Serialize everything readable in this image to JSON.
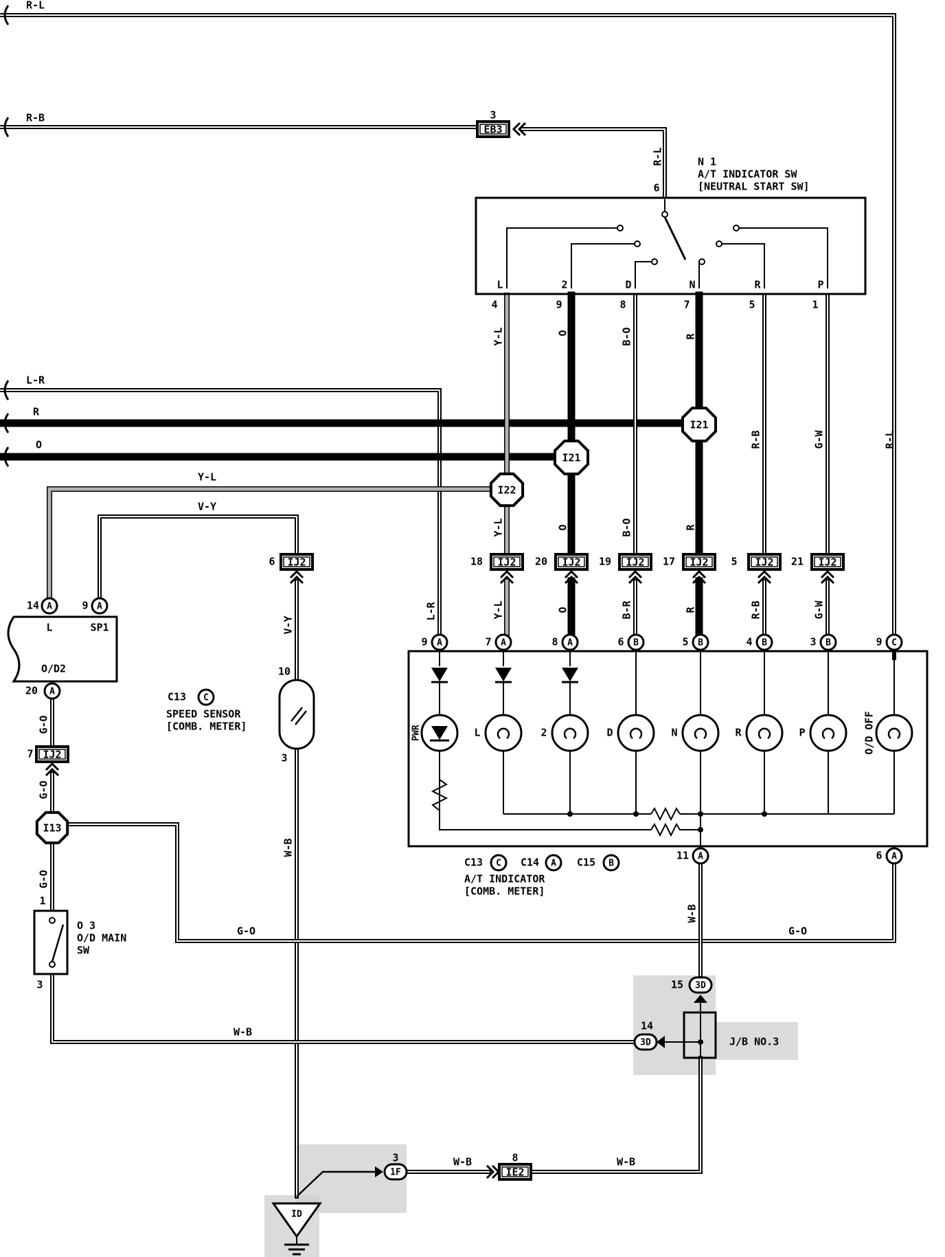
{
  "colors": {
    "ink": "#000000",
    "paper": "#ffffff",
    "gray_wire": "#b4b4b4",
    "shade": "#cfcfcf"
  },
  "left_wires": {
    "r_l": "R-L",
    "r_b": "R-B",
    "l_r": "L-R",
    "r": "R",
    "o": "O",
    "y_l": "Y-L",
    "v_y": "V-Y"
  },
  "n1_switch": {
    "id": "N 1",
    "name": "A/T INDICATOR SW",
    "sub": "[NEUTRAL START SW]",
    "input_pin": "6",
    "input_wire": "R-L",
    "terminals": [
      "L",
      "2",
      "D",
      "N",
      "R",
      "P"
    ],
    "pins": [
      "4",
      "9",
      "8",
      "7",
      "5",
      "1"
    ],
    "wires_upper": [
      "Y-L",
      "O",
      "B-O",
      "R",
      "R-B",
      "G-W"
    ]
  },
  "eb3": {
    "id": "EB3",
    "pin": "3"
  },
  "junctions": {
    "i21": "I21",
    "i22": "I22",
    "i13": "I13"
  },
  "ij2_row": {
    "id": "IJ2",
    "pins": [
      "18",
      "20",
      "19",
      "17",
      "5",
      "21"
    ],
    "wires_lower": [
      "Y-L",
      "O",
      "B-R",
      "R",
      "R-B",
      "G-W"
    ]
  },
  "right_riser_wire": "R-L",
  "ecu": {
    "pin_l_num": "14",
    "pin_l_conn": "A",
    "pin_l_label": "L",
    "pin_sp_num": "9",
    "pin_sp_conn": "A",
    "pin_sp_label": "SP1",
    "label_od": "O/D2",
    "pin_od_num": "20",
    "pin_od_conn": "A"
  },
  "speed_sensor": {
    "ref": "C13",
    "conn": "C",
    "line1": "SPEED SENSOR",
    "line2": "[COMB. METER]",
    "pin_top": "10",
    "pin_bot": "3",
    "ij2_pin": "6",
    "ij2_id": "IJ2",
    "wire_top": "V-Y",
    "wire_bot": "W-B"
  },
  "indicator": {
    "pins": [
      {
        "num": "9",
        "conn": "A",
        "wire": "L-R"
      },
      {
        "num": "7",
        "conn": "A",
        "wire": "Y-L"
      },
      {
        "num": "8",
        "conn": "A",
        "wire": "O"
      },
      {
        "num": "6",
        "conn": "B",
        "wire": "B-R"
      },
      {
        "num": "5",
        "conn": "B",
        "wire": "R"
      },
      {
        "num": "4",
        "conn": "B",
        "wire": "R-B"
      },
      {
        "num": "3",
        "conn": "B",
        "wire": "G-W"
      },
      {
        "num": "9",
        "conn": "C",
        "wire": ""
      }
    ],
    "lamps": [
      "PWR",
      "L",
      "2",
      "D",
      "N",
      "R",
      "P",
      "O/D OFF"
    ],
    "bottom_pin_num": "11",
    "bottom_pin_conn": "A",
    "od_pin_num": "6",
    "od_pin_conn": "A",
    "caption_c13": "C13",
    "caption_c13_conn": "C",
    "caption_c14": "C14",
    "caption_c14_conn": "A",
    "caption_c15": "C15",
    "caption_c15_conn": "B",
    "caption_line1": "A/T INDICATOR",
    "caption_line2": "[COMB. METER]"
  },
  "od_main_sw": {
    "id": "O 3",
    "line1": "O/D MAIN",
    "line2": "SW",
    "pin_top": "1",
    "pin_bot": "3",
    "ij2_pin": "7",
    "ij2_id": "IJ2",
    "wire_a": "G-O",
    "wire_b": "G-O",
    "wire_c": "G-O",
    "wire_bottom": "G-O",
    "wire_bottom_right": "G-O"
  },
  "jb3": {
    "label": "J/B NO.3",
    "conn": "3D",
    "pin_top": "15",
    "pin_left": "14",
    "wire_in": "W-B",
    "wire_left": "W-B"
  },
  "ground": {
    "id": "ID",
    "conn_1f": "1F",
    "conn_1f_pin": "3",
    "ie2": "IE2",
    "ie2_pin": "8",
    "wire_1": "W-B",
    "wire_2": "W-B"
  }
}
